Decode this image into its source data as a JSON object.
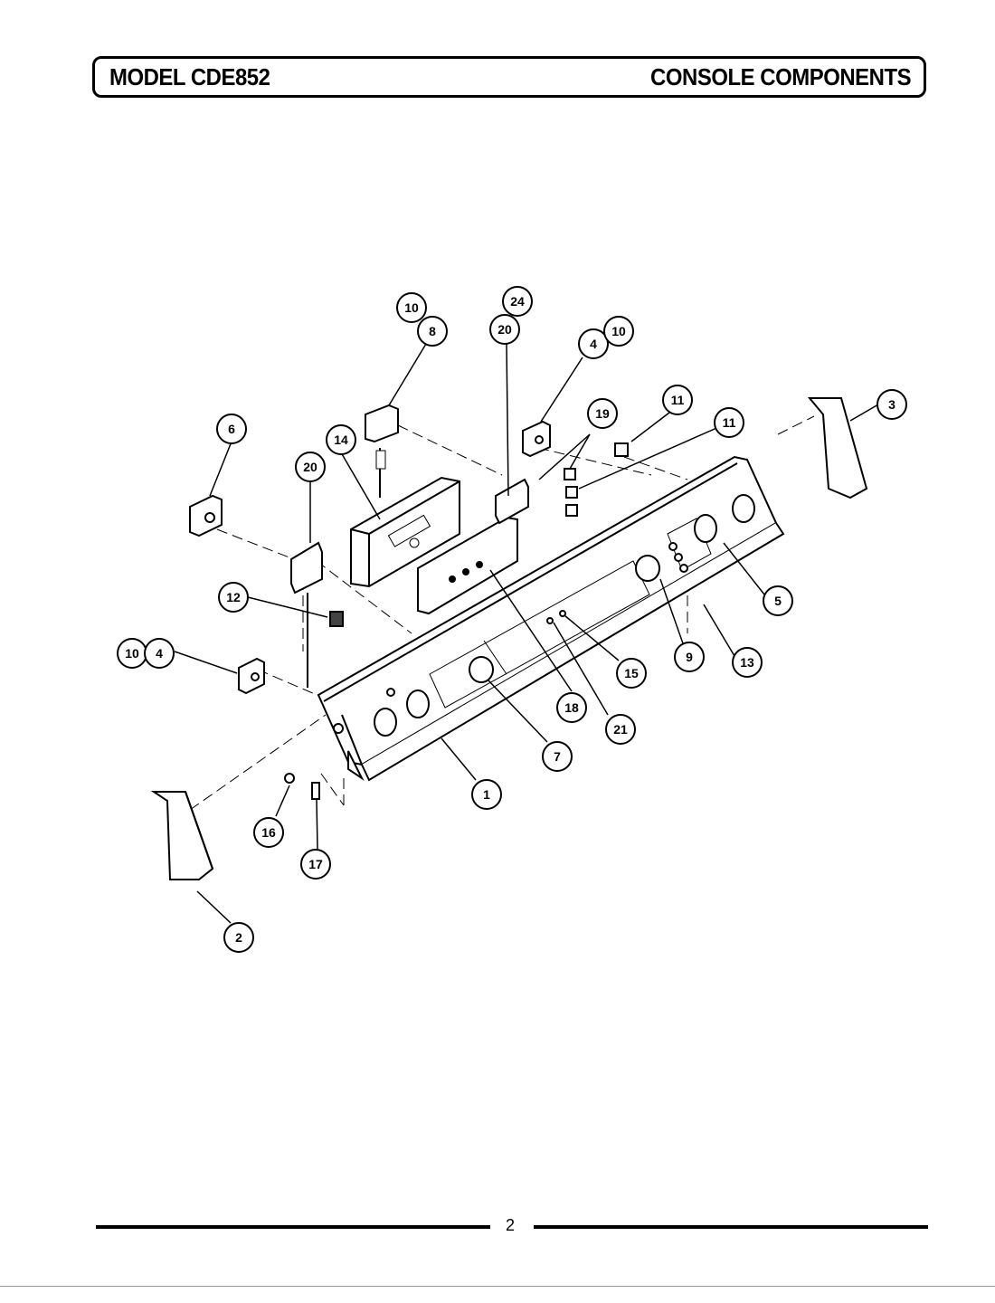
{
  "header": {
    "model": "MODEL CDE852",
    "section": "CONSOLE COMPONENTS"
  },
  "callouts": [
    "10",
    "8",
    "24",
    "20",
    "4",
    "10",
    "11",
    "3",
    "6",
    "19",
    "11",
    "14",
    "20",
    "12",
    "10",
    "4",
    "5",
    "9",
    "13",
    "15",
    "18",
    "21",
    "7",
    "1",
    "16",
    "17",
    "2"
  ],
  "footer": {
    "page_number": "2"
  }
}
